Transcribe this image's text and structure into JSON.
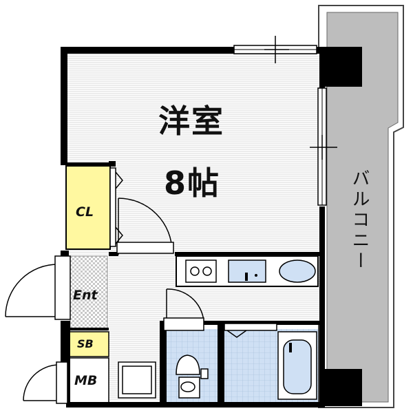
{
  "rooms": {
    "western_room": "洋室",
    "western_room_size": "8帖",
    "closet": "CL",
    "entrance": "Ent",
    "shoe_box": "SB",
    "meter_box": "MB",
    "balcony": "バルコニー"
  },
  "colors": {
    "wall": "#000000",
    "floor_stripe": "#d9d9d9",
    "closet_yellow": "#fff8a0",
    "wet_area_blue": "#cfe0f4",
    "balcony_gray": "#bdbdbd",
    "entrance_check": "#c8c8c8"
  }
}
